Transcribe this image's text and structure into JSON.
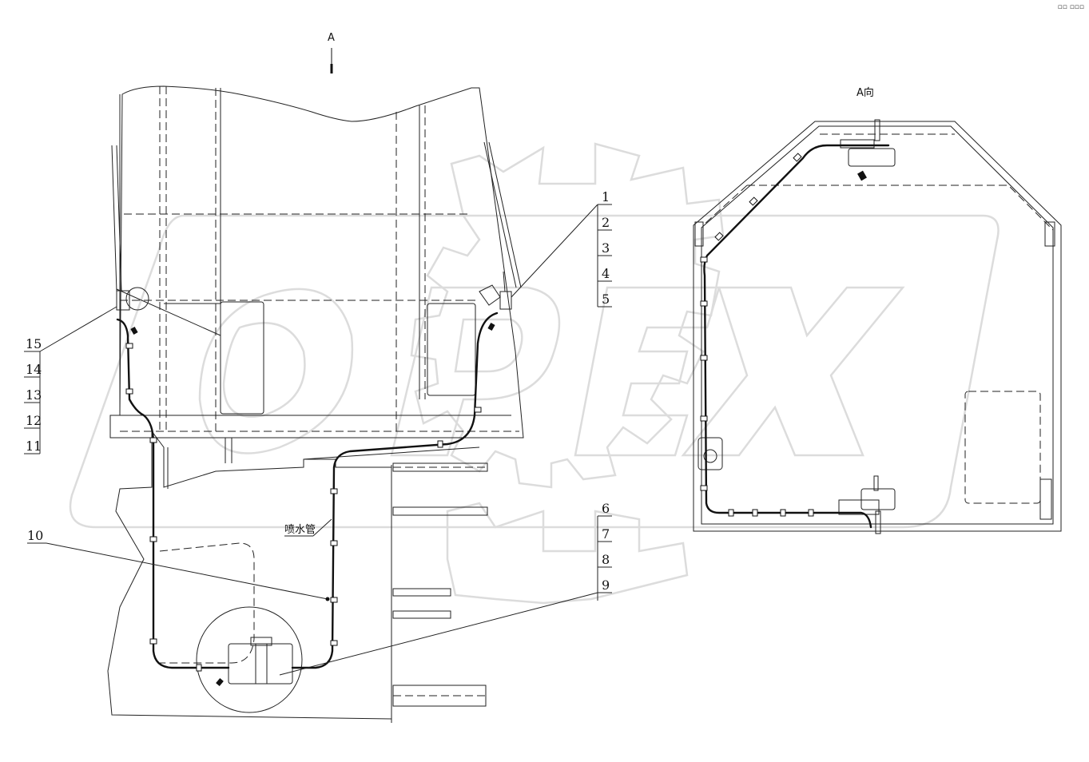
{
  "view_marker": {
    "label": "A"
  },
  "view_title": "A向",
  "hose_label": "喷水管",
  "parts_top_right": [
    "1",
    "2",
    "3",
    "4",
    "5"
  ],
  "parts_left": [
    "15",
    "14",
    "13",
    "12",
    "11"
  ],
  "parts_bottom": [
    "6",
    "7",
    "8",
    "9"
  ],
  "part_10": "10",
  "watermark": {
    "name": "company-logo-watermark",
    "color": "#dcdcdc"
  },
  "corner_icons": "▫▫ ▫▫▫"
}
